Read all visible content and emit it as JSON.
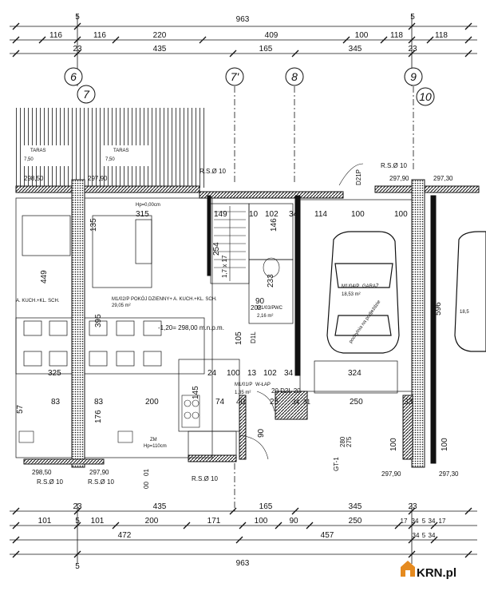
{
  "dims": {
    "top_total": "963",
    "top_gap": "5",
    "top_row1": [
      "116",
      "116",
      "220",
      "409",
      "100",
      "118",
      "118"
    ],
    "top_row2": [
      "23",
      "435",
      "165",
      "345",
      "23"
    ],
    "bot_row1": [
      "23",
      "435",
      "165",
      "345",
      "23"
    ],
    "bot_row2": [
      "101",
      "5",
      "101",
      "200",
      "171",
      "100",
      "90",
      "250",
      "17",
      "34",
      "5",
      "34",
      "17"
    ],
    "bot_row3": [
      "472",
      "457",
      "34",
      "5",
      "34"
    ],
    "bot_total": "963",
    "bot_gap": "5"
  },
  "axes": [
    "6",
    "7",
    "7'",
    "8",
    "9",
    "10"
  ],
  "rooms": {
    "taras_a": "TARAS",
    "taras_a_val": "7,50",
    "taras_b": "TARAS",
    "taras_b_val": "7,50",
    "living_code": "M1/02/P",
    "living_name": "POKÓJ DZIENNY+ A. KUCH.+KL. SCH.",
    "living_area": "29,05 m²",
    "left_kitchen": "A. KUCH.+KL. SCH.",
    "wc_code": "M1/03/P",
    "wc_name": "WC",
    "wc_area": "2,16 m²",
    "hall_code": "M1/01/P",
    "hall_name": "W-ŁAP",
    "hall_area": "1,35 m²",
    "garage_code": "M1/04/P",
    "garage_name": "GARAŻ",
    "garage_area": "18,53 m²",
    "garage_right_val": "18,5",
    "floor_level": "-1,20= 298,00 m.n.p.m.",
    "zm": "ZM",
    "zm_note": "Hp=110cm",
    "hp_level": "Hp=0,00cm",
    "ramp_note": "pochylnia na podjeździe"
  },
  "levels": {
    "l1": "298,50",
    "l2": "297,90",
    "l3": "297,30",
    "l4": "297,90",
    "l5": "298,50",
    "l6": "297,90",
    "l7": "297,90",
    "l8": "297,30"
  },
  "rso": [
    "R.S.Ø 10",
    "R.S.Ø 10",
    "R.S.Ø 10",
    "R.S.Ø 10",
    "R.S.Ø 10"
  ],
  "inner": {
    "d315": "315",
    "d149": "149",
    "d10a": "10",
    "d102a": "102",
    "d34a": "34",
    "d114": "114",
    "d100a": "100",
    "d100b": "100",
    "d135": "135",
    "d449": "449",
    "d395": "395",
    "d254": "254",
    "d596": "596",
    "d233": "233",
    "d146": "146",
    "d90": "90",
    "d202": "202",
    "d105": "105",
    "d325": "325",
    "d324": "324",
    "d24": "24",
    "d100c": "100",
    "d13": "13",
    "d102b": "102",
    "d34b": "34",
    "d83a": "83",
    "d83b": "83",
    "d200": "200",
    "d74": "74",
    "d40": "40",
    "d25": "25",
    "d34c": "34",
    "d31": "31",
    "d250": "250",
    "d33": "33",
    "d176": "176",
    "d145": "145",
    "d100d": "100",
    "d100e": "100",
    "d90b": "90",
    "d57": "57",
    "d17x": "1,7 x 17",
    "stair_code": "D1L",
    "door_top": "D21P",
    "h280": "280",
    "h275": "275",
    "gp": "GT-1",
    "dim_ab": "20 D2L 20",
    "axis_label_01": "01",
    "axis_label_00": "00"
  },
  "watermark": "KRN.pl"
}
